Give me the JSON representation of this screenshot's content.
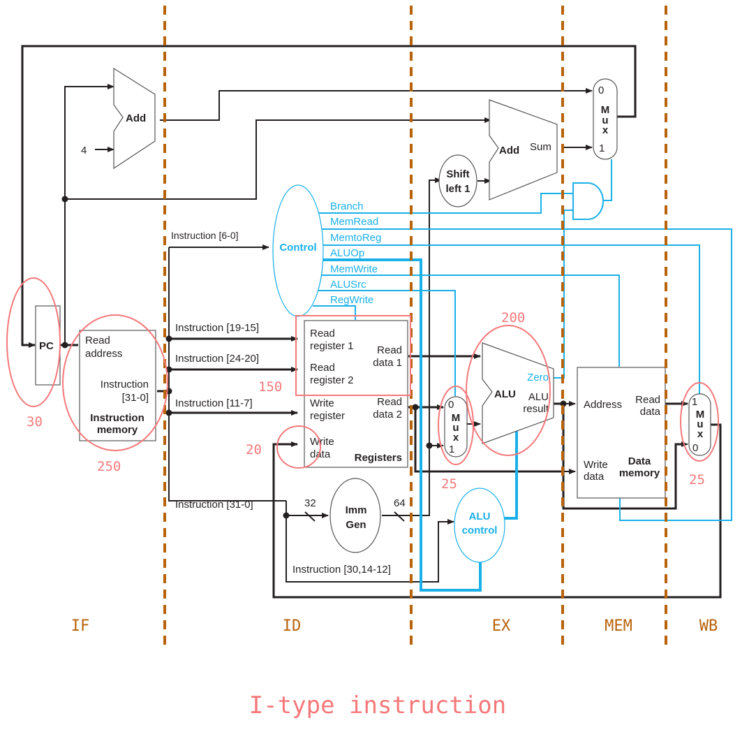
{
  "title": "I-type instruction",
  "colors": {
    "datapath": "#231f20",
    "control": "#1ab0e8",
    "stage_divider": "#b8620a",
    "annotation": "#f5787a"
  },
  "stages": [
    "IF",
    "ID",
    "EX",
    "MEM",
    "WB"
  ],
  "components": {
    "pc": "PC",
    "pc_adder": "Add",
    "constant_four": "4",
    "branch_adder": "Add",
    "branch_adder_sum": "Sum",
    "shift_left": [
      "Shift",
      "left 1"
    ],
    "pc_mux": {
      "in0": "0",
      "label": [
        "M",
        "u",
        "x"
      ],
      "in1": "1"
    },
    "instruction_memory": {
      "read_address": [
        "Read",
        "address"
      ],
      "instruction_out": [
        "Instruction",
        "[31-0]"
      ],
      "name": [
        "Instruction",
        "memory"
      ]
    },
    "control": "Control",
    "control_signals": [
      "Branch",
      "MemRead",
      "MemtoReg",
      "ALUOp",
      "MemWrite",
      "ALUSrc",
      "RegWrite"
    ],
    "registers": {
      "read_register_1": [
        "Read",
        "register 1"
      ],
      "read_register_2": [
        "Read",
        "register 2"
      ],
      "write_register": [
        "Write",
        "register"
      ],
      "write_data": [
        "Write",
        "data"
      ],
      "read_data_1": [
        "Read",
        "data 1"
      ],
      "read_data_2": [
        "Read",
        "data 2"
      ],
      "name": "Registers"
    },
    "alusrc_mux": {
      "in0": "0",
      "label": [
        "M",
        "u",
        "x"
      ],
      "in1": "1"
    },
    "alu": {
      "name": "ALU",
      "zero": "Zero",
      "result": [
        "ALU",
        "result"
      ]
    },
    "alu_control": [
      "ALU",
      "control"
    ],
    "imm_gen": [
      "Imm",
      "Gen"
    ],
    "imm_in_width": "32",
    "imm_out_width": "64",
    "data_memory": {
      "address": "Address",
      "read_data": [
        "Read",
        "data"
      ],
      "write_data": [
        "Write",
        "data"
      ],
      "name": [
        "Data",
        "memory"
      ]
    },
    "wb_mux": {
      "in1": "1",
      "label": [
        "M",
        "u",
        "x"
      ],
      "in0": "0"
    }
  },
  "wire_labels": {
    "instr_6_0": "Instruction [6-0]",
    "instr_19_15": "Instruction [19-15]",
    "instr_24_20": "Instruction [24-20]",
    "instr_11_7": "Instruction [11-7]",
    "instr_31_0": "Instruction [31-0]",
    "instr_30_14_12": "Instruction [30,14-12]"
  },
  "latency_annotations": {
    "pc": "30",
    "instruction_memory": "250",
    "registers_read": "150",
    "registers_write": "20",
    "alusrc_mux": "25",
    "alu": "200",
    "wb_mux": "25"
  }
}
